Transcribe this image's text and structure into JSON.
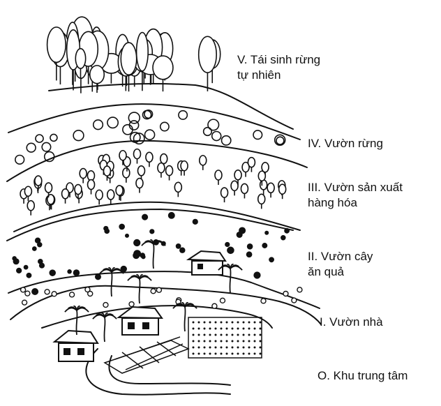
{
  "zones": [
    {
      "id": "v",
      "lines": [
        "V. Tái sinh rừng",
        "tự nhiên"
      ]
    },
    {
      "id": "iv",
      "lines": [
        "IV. Vườn rừng"
      ]
    },
    {
      "id": "iii",
      "lines": [
        "III. Vườn sản xuất",
        "hàng hóa"
      ]
    },
    {
      "id": "ii",
      "lines": [
        "II. Vườn cây",
        "ăn quả"
      ]
    },
    {
      "id": "i",
      "lines": [
        "I. Vườn nhà"
      ]
    },
    {
      "id": "o",
      "lines": [
        "O. Khu trung tâm"
      ]
    }
  ],
  "colors": {
    "ink": "#111111",
    "background": "#ffffff"
  }
}
